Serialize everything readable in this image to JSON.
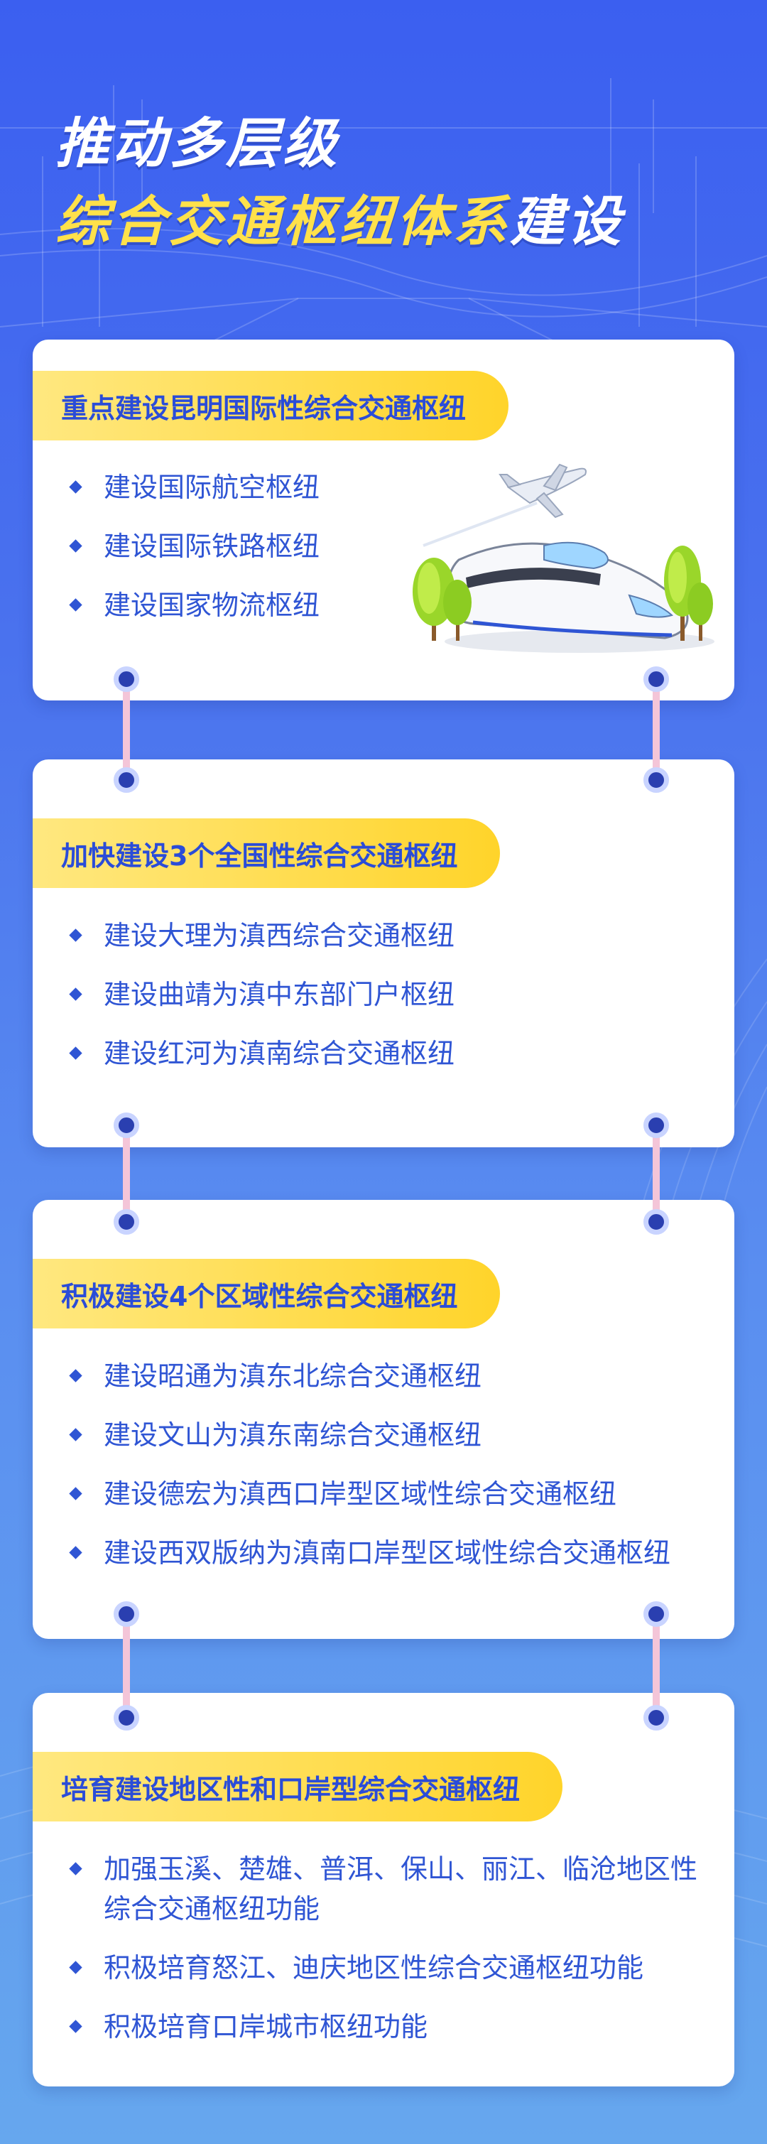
{
  "title": {
    "line1": "推动多层级",
    "line2_yellow": "综合交通枢纽体系",
    "line2_white": "建设"
  },
  "sections": [
    {
      "title": "重点建设昆明国际性综合交通枢纽",
      "items": [
        "建设国际航空枢纽",
        "建设国际铁路枢纽",
        "建设国家物流枢纽"
      ]
    },
    {
      "title": "加快建设3个全国性综合交通枢纽",
      "items": [
        "建设大理为滇西综合交通枢纽",
        "建设曲靖为滇中东部门户枢纽",
        "建设红河为滇南综合交通枢纽"
      ]
    },
    {
      "title": "积极建设4个区域性综合交通枢纽",
      "items": [
        "建设昭通为滇东北综合交通枢纽",
        "建设文山为滇东南综合交通枢纽",
        "建设德宏为滇西口岸型区域性综合交通枢纽",
        "建设西双版纳为滇南口岸型区域性综合交通枢纽"
      ]
    },
    {
      "title": "培育建设地区性和口岸型综合交通枢纽",
      "items": [
        "加强玉溪、楚雄、普洱、保山、丽江、临沧地区性综合交通枢纽功能",
        "积极培育怒江、迪庆地区性综合交通枢纽功能",
        "积极培育口岸城市枢纽功能"
      ]
    }
  ],
  "colors": {
    "accent_blue": "#2f55d4",
    "title_yellow": "#ffe14a",
    "banner_yellow": "#ffd42a",
    "connector_pink": "#f4c5d8"
  },
  "icons": [
    "airplane-icon",
    "high-speed-train-icon",
    "tree-icon"
  ]
}
